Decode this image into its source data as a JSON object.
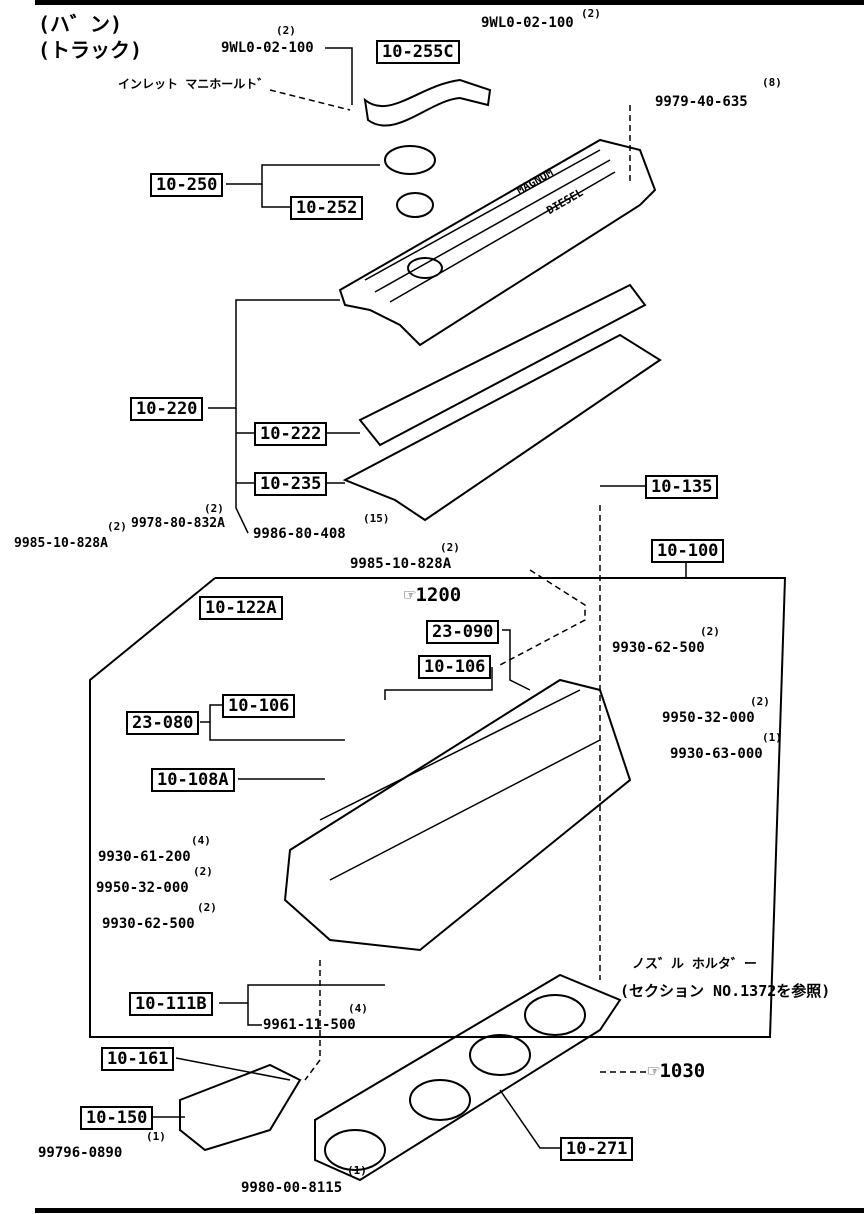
{
  "title": {
    "line1": "(ハ゛ン)",
    "line2": "(トラック)"
  },
  "callouts": {
    "c10_255c": "10-255C",
    "c10_250": "10-250",
    "c10_252": "10-252",
    "c10_220": "10-220",
    "c10_222": "10-222",
    "c10_235": "10-235",
    "c10_135": "10-135",
    "c10_100": "10-100",
    "c10_122a": "10-122A",
    "c23_090": "23-090",
    "c10_106a": "10-106",
    "c10_106b": "10-106",
    "c23_080": "23-080",
    "c10_108a": "10-108A",
    "c10_111b": "10-111B",
    "c10_161": "10-161",
    "c10_150": "10-150",
    "c10_271": "10-271"
  },
  "parts": {
    "p1": {
      "num": "9WL0-02-100",
      "qty": "(2)"
    },
    "p2": {
      "num": "9WL0-02-100",
      "qty": "(2)"
    },
    "p3": {
      "num": "9979-40-635",
      "qty": "(8)"
    },
    "p4": {
      "num": "9978-80-832A",
      "qty": "(2)"
    },
    "p5": {
      "num": "9985-10-828A",
      "qty": "(2)"
    },
    "p6": {
      "num": "9986-80-408",
      "qty": "(15)"
    },
    "p7": {
      "num": "9985-10-828A",
      "qty": "(2)"
    },
    "p8": {
      "num": "9930-62-500",
      "qty": "(2)"
    },
    "p9": {
      "num": "9950-32-000",
      "qty": "(2)"
    },
    "p10": {
      "num": "9930-63-000",
      "qty": "(1)"
    },
    "p11": {
      "num": "9930-61-200",
      "qty": "(4)"
    },
    "p12": {
      "num": "9950-32-000",
      "qty": "(2)"
    },
    "p13": {
      "num": "9930-62-500",
      "qty": "(2)"
    },
    "p14": {
      "num": "9961-11-500",
      "qty": "(4)"
    },
    "p15": {
      "num": "99796-0890",
      "qty": "(1)"
    },
    "p16": {
      "num": "9980-00-8115",
      "qty": "(1)"
    }
  },
  "notes": {
    "inlet": "インレット マニホールト゛",
    "nozzle1": "ノス゛ル ホルタ゛ー",
    "nozzle2": "(セクション NO.1372を参照)",
    "ref1200": "1200",
    "ref1030": "1030",
    "cover_text1": "MAGNUM",
    "cover_text2": "DIESEL"
  }
}
